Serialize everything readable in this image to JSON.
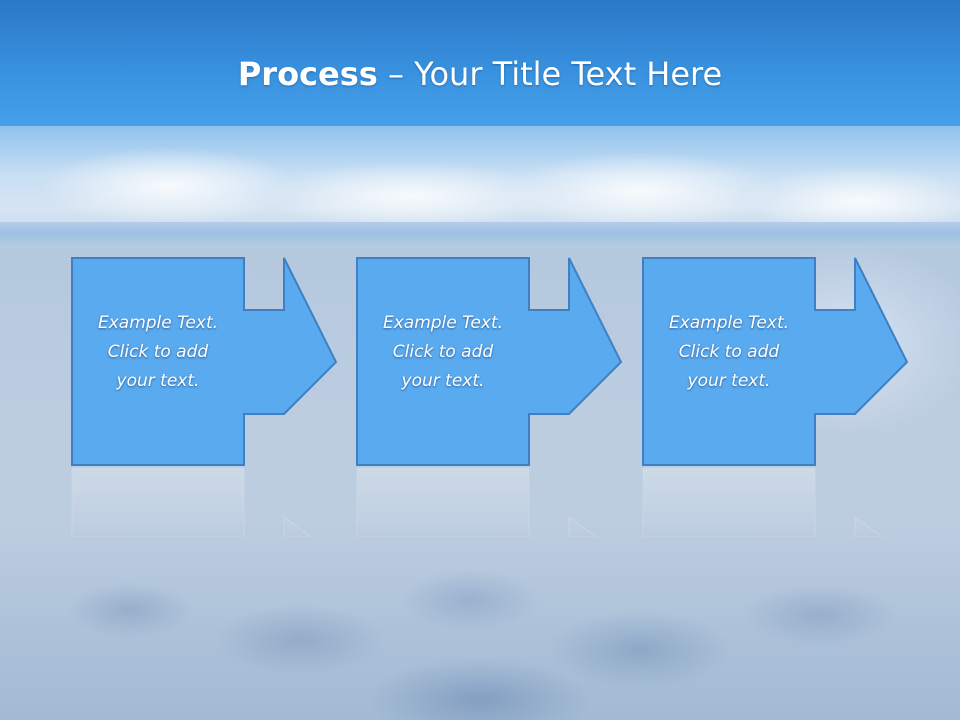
{
  "slide": {
    "title_bold": "Process",
    "title_rest": " – Your Title Text Here"
  },
  "steps": [
    {
      "line1": "Example Text.",
      "line2": "Click  to add",
      "line3": "your text."
    },
    {
      "line1": "Example Text.",
      "line2": "Click  to add",
      "line3": "your text."
    },
    {
      "line1": "Example Text.",
      "line2": "Click  to add",
      "line3": "your text."
    }
  ],
  "colors": {
    "shape_fill": "#5aaaf0",
    "shape_stroke": "#3f7fc4",
    "title_text": "#ffffff"
  }
}
